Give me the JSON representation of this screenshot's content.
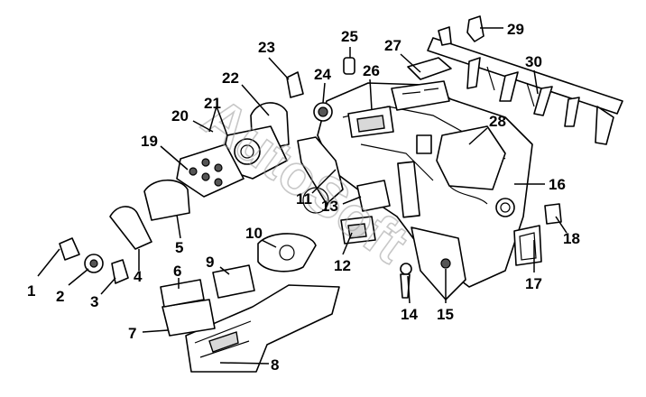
{
  "watermark": "AutoSoft",
  "callouts": [
    {
      "id": "1",
      "label": "1"
    },
    {
      "id": "2",
      "label": "2"
    },
    {
      "id": "3",
      "label": "3"
    },
    {
      "id": "4",
      "label": "4"
    },
    {
      "id": "5",
      "label": "5"
    },
    {
      "id": "6",
      "label": "6"
    },
    {
      "id": "7",
      "label": "7"
    },
    {
      "id": "8",
      "label": "8"
    },
    {
      "id": "9",
      "label": "9"
    },
    {
      "id": "10",
      "label": "10"
    },
    {
      "id": "11",
      "label": "11"
    },
    {
      "id": "12",
      "label": "12"
    },
    {
      "id": "13",
      "label": "13"
    },
    {
      "id": "14",
      "label": "14"
    },
    {
      "id": "15",
      "label": "15"
    },
    {
      "id": "16",
      "label": "16"
    },
    {
      "id": "17",
      "label": "17"
    },
    {
      "id": "18",
      "label": "18"
    },
    {
      "id": "19",
      "label": "19"
    },
    {
      "id": "20",
      "label": "20"
    },
    {
      "id": "21",
      "label": "21"
    },
    {
      "id": "22",
      "label": "22"
    },
    {
      "id": "23",
      "label": "23"
    },
    {
      "id": "24",
      "label": "24"
    },
    {
      "id": "25",
      "label": "25"
    },
    {
      "id": "26",
      "label": "26"
    },
    {
      "id": "27",
      "label": "27"
    },
    {
      "id": "28",
      "label": "28"
    },
    {
      "id": "29",
      "label": "29"
    },
    {
      "id": "30",
      "label": "30"
    }
  ]
}
